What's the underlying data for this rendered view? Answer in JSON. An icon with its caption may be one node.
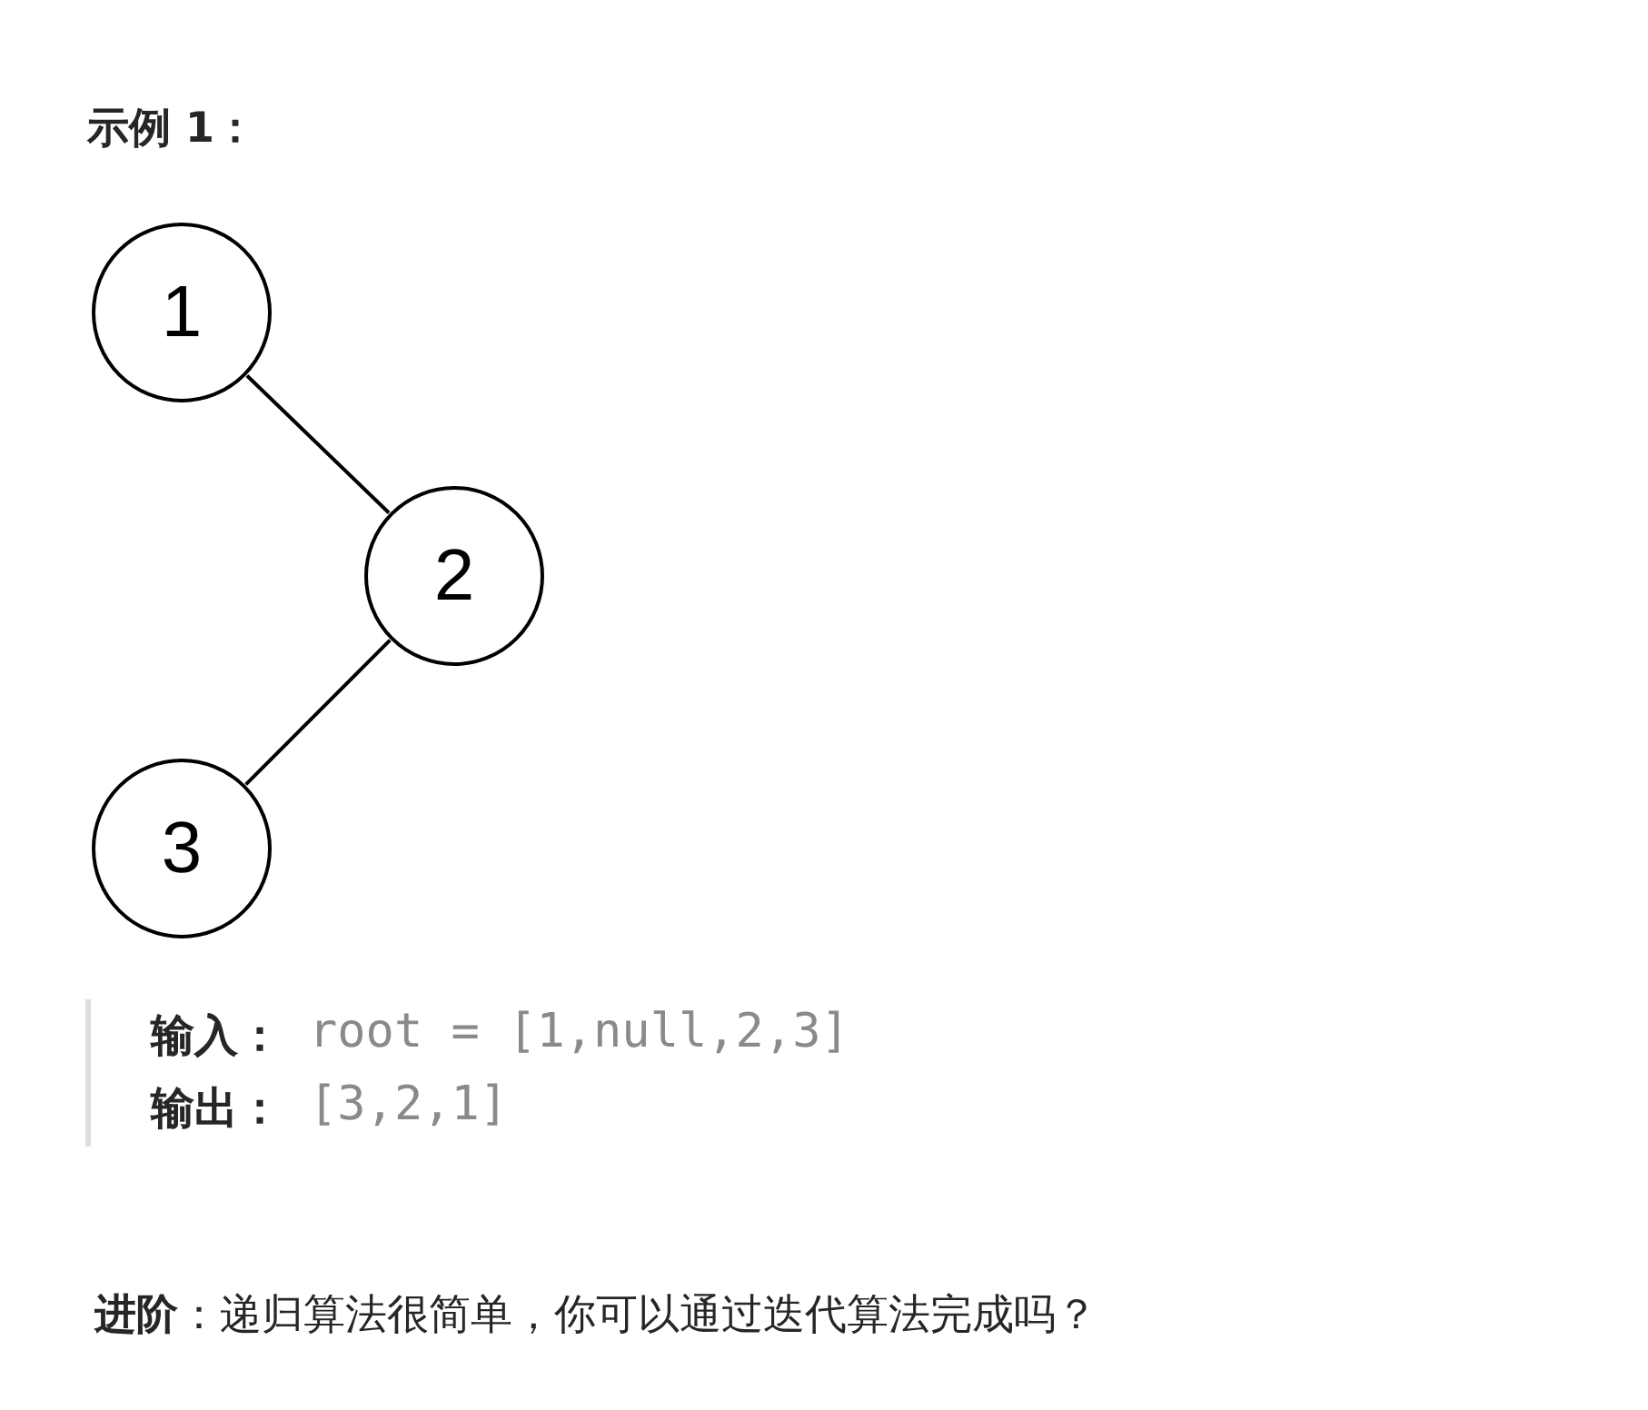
{
  "diagram": {
    "title": "示例 1：",
    "nodes": [
      {
        "text": [
          "1"
        ]
      },
      {
        "text": [
          "2"
        ]
      },
      {
        "text": [
          "3"
        ]
      }
    ],
    "edges": [
      {
        "from": 0,
        "to": 1,
        "arrow": "none"
      },
      {
        "from": 1,
        "to": 2,
        "arrow": "none"
      }
    ],
    "labels": [
      "输入：",
      "root = [1,null,2,3]",
      "输出：",
      "[3,2,1]",
      "**进阶**：递归算法很简单，你可以通过迭代算法完成吗？"
    ]
  }
}
